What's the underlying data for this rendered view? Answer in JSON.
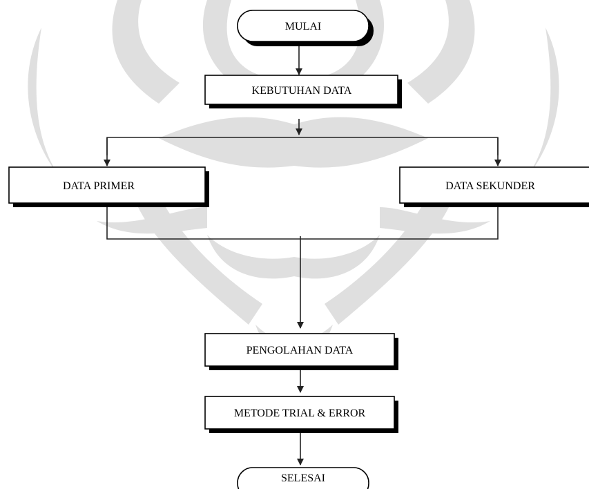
{
  "nodes": {
    "start": "MULAI",
    "data_needs": "KEBUTUHAN DATA",
    "primary_data": "DATA PRIMER",
    "secondary_data": "DATA SEKUNDER",
    "processing": "PENGOLAHAN DATA",
    "method": "METODE TRIAL & ERROR",
    "end": "SELESAI"
  },
  "colors": {
    "stroke": "#000000",
    "shadow": "#000000",
    "watermark": "#d9d9d9",
    "background": "#ffffff"
  },
  "watermark_icon": "university-emblem-watermark"
}
